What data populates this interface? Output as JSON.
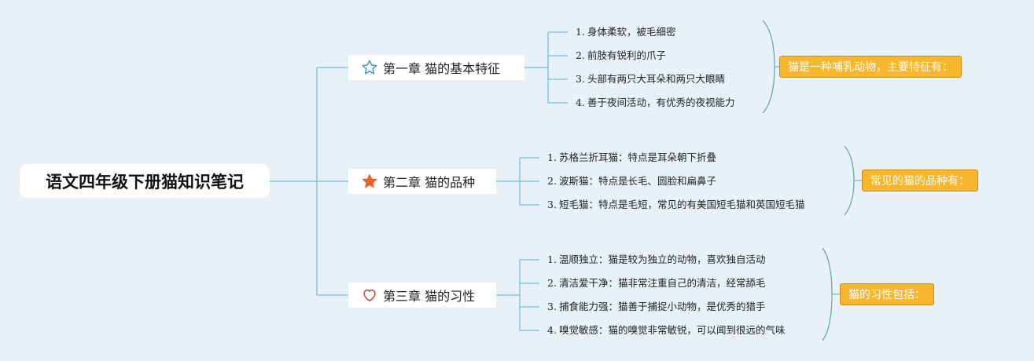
{
  "root": {
    "title": "语文四年级下册猫知识笔记"
  },
  "chapters": [
    {
      "title": "第一章 猫的基本特征",
      "icon": "star-outline-icon",
      "icon_color": "#2a9fd6",
      "note": "猫是一种哺乳动物，主要特征有：",
      "items": [
        {
          "num": "1.",
          "text": "身体柔软，被毛细密"
        },
        {
          "num": "2.",
          "text": "前肢有锐利的爪子"
        },
        {
          "num": "3.",
          "text": "头部有两只大耳朵和两只大眼睛"
        },
        {
          "num": "4.",
          "text": "善于夜间活动，有优秀的夜视能力"
        }
      ]
    },
    {
      "title": "第二章 猫的品种",
      "icon": "star-filled-icon",
      "icon_color": "#e8622a",
      "note": "常见的猫的品种有：",
      "items": [
        {
          "num": "1.",
          "text": "苏格兰折耳猫：特点是耳朵朝下折叠"
        },
        {
          "num": "2.",
          "text": "波斯猫：特点是长毛、圆脸和扁鼻子"
        },
        {
          "num": "3.",
          "text": "短毛猫：特点是毛短，常见的有美国短毛猫和英国短毛猫"
        }
      ]
    },
    {
      "title": "第三章 猫的习性",
      "icon": "heart-outline-icon",
      "icon_color": "#d9453a",
      "note": "猫的习性包括：",
      "items": [
        {
          "num": "1.",
          "text": "温顺独立：猫是较为独立的动物，喜欢独自活动"
        },
        {
          "num": "2.",
          "text": "清洁爱干净：猫非常注重自己的清洁，经常舔毛"
        },
        {
          "num": "3.",
          "text": "捕食能力强：猫善于捕捉小动物，是优秀的猎手"
        },
        {
          "num": "4.",
          "text": "嗅觉敏感：猫的嗅觉非常敏锐，可以闻到很远的气味"
        }
      ]
    }
  ],
  "colors": {
    "background": "#e8f0f8",
    "connector": "#6cc0e0",
    "brace": "#5aa7a0",
    "note_fill": "#f8b62d"
  }
}
